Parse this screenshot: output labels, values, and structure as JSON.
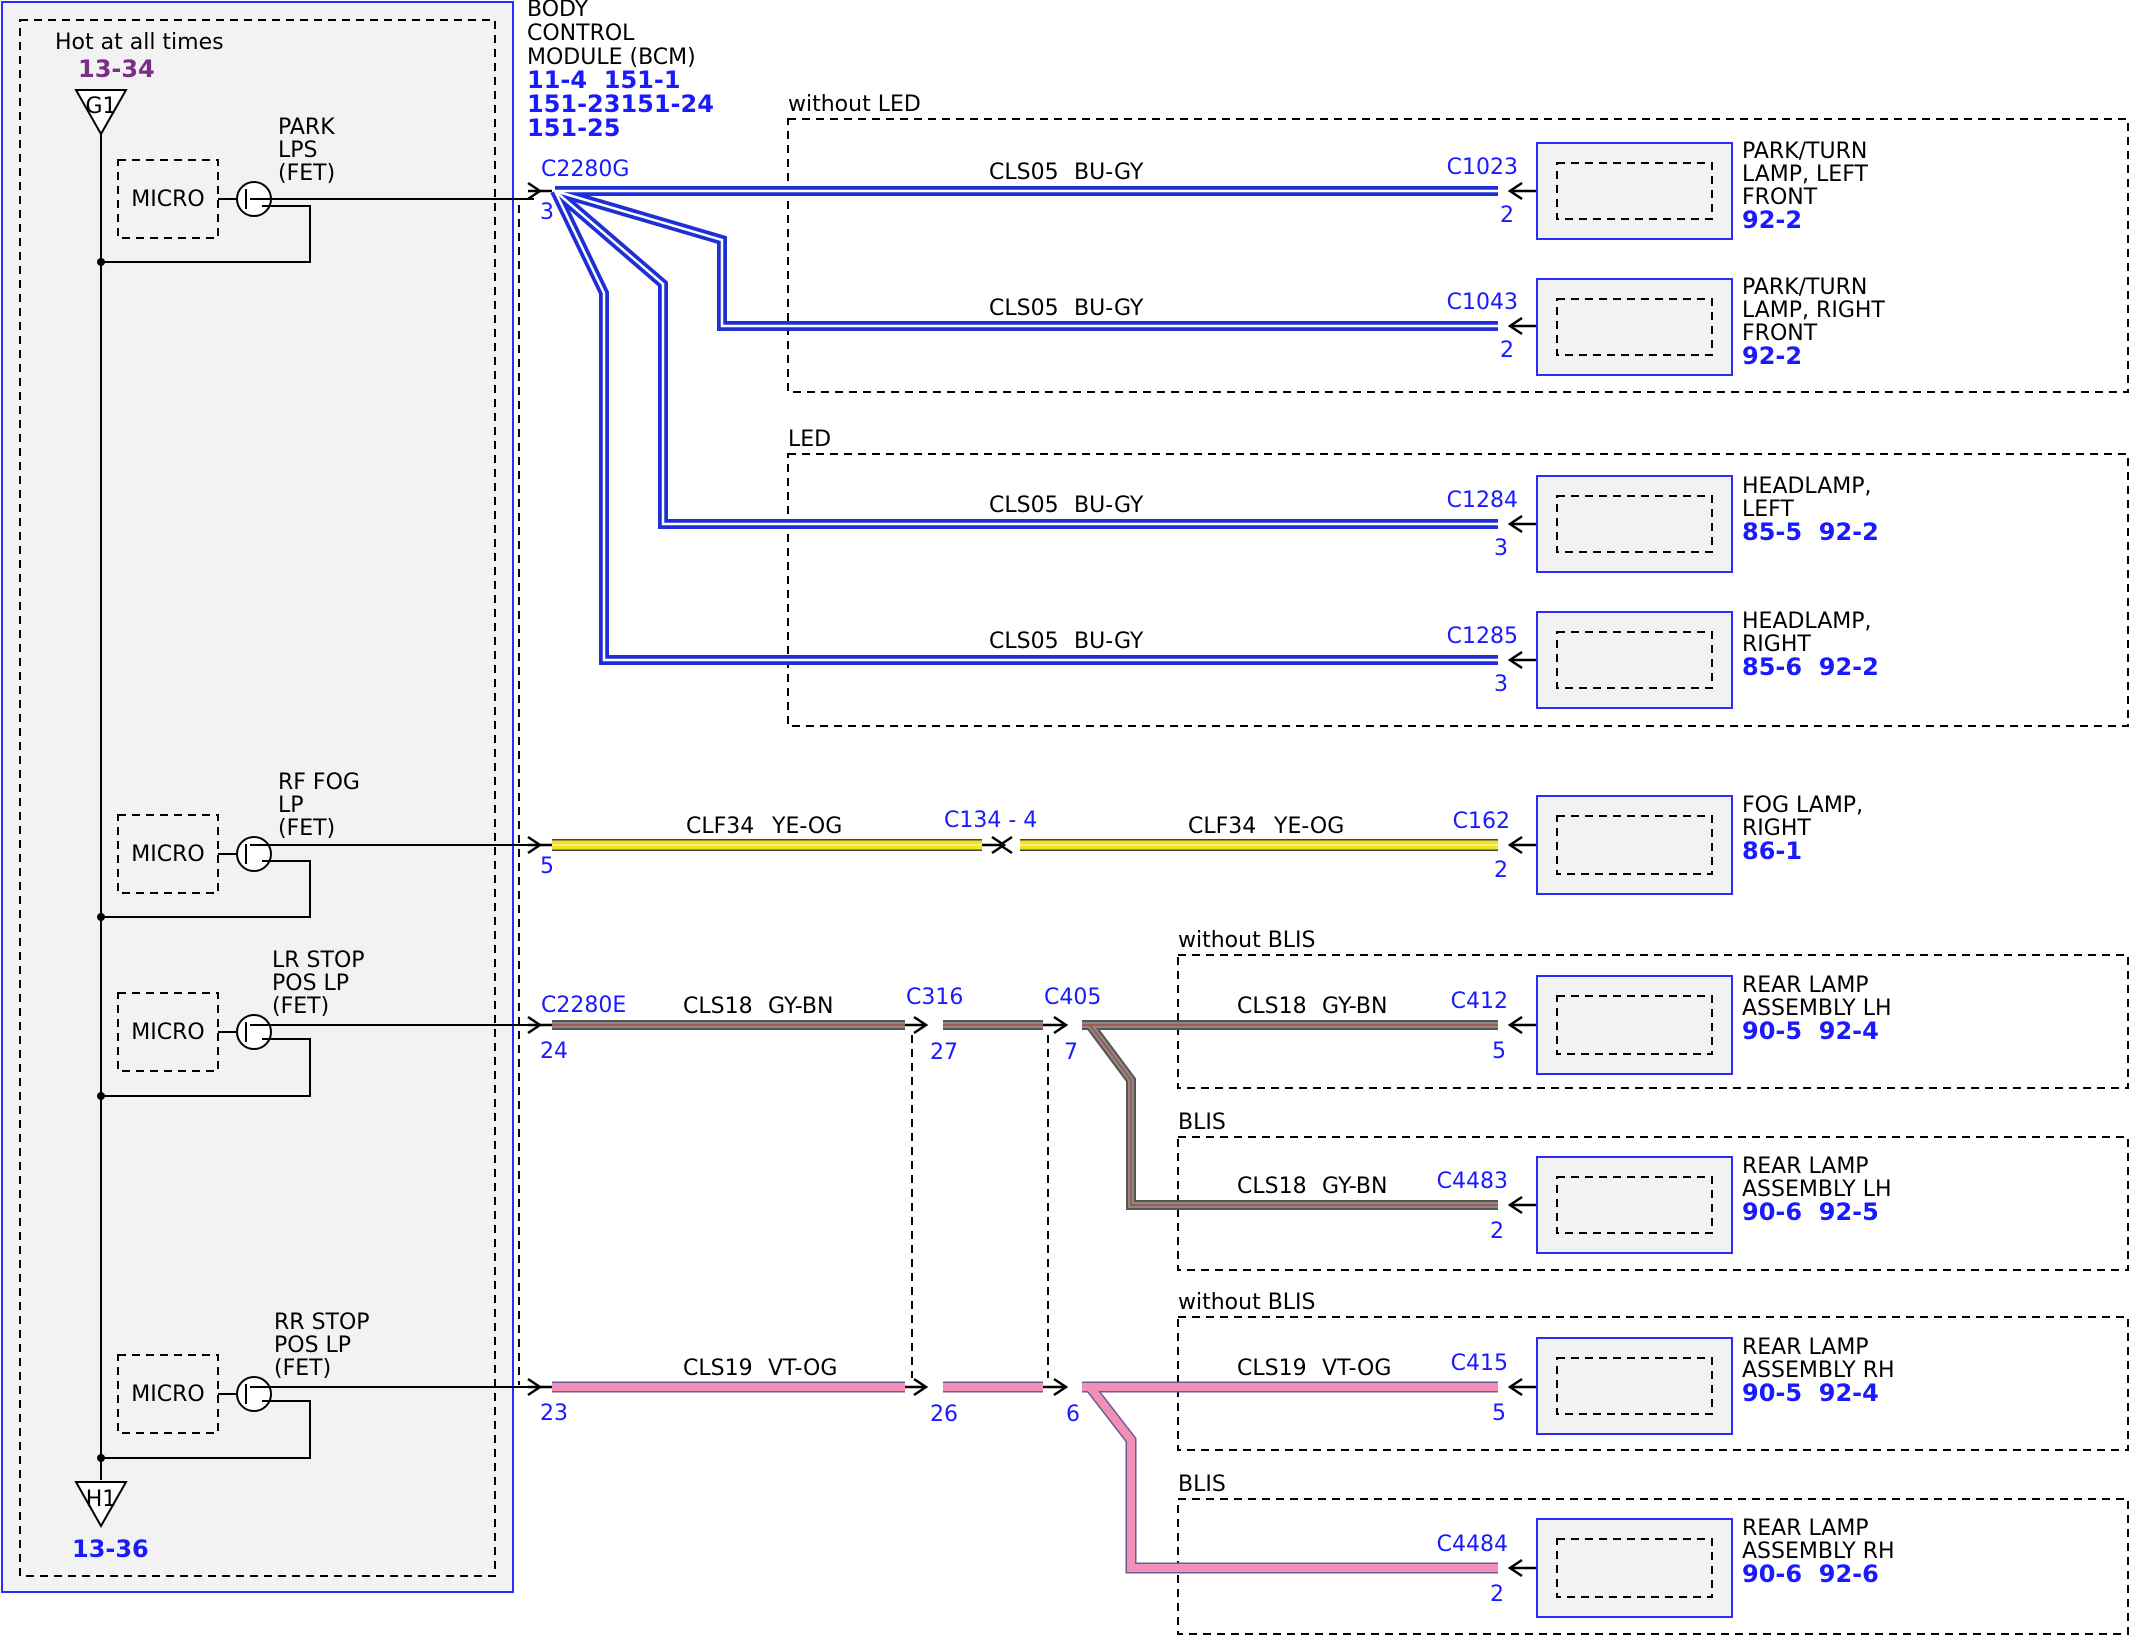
{
  "colors": {
    "connector_text": "#1a1aff",
    "ref_purple": "#7a2f86",
    "panel_bg": "#f2f2f2",
    "frame_blue": "#2b2bff",
    "wire_bu_gy": "#1f2fd6",
    "wire_ye_og": "#f2e21a",
    "wire_gy_bn": "#777777",
    "wire_vt_og": "#f28fb6"
  },
  "module": {
    "hot_label": "Hot at all times",
    "top_ref": "13-34",
    "top_ground": "G1",
    "bottom_ground": "H1",
    "bottom_ref": "13-36",
    "title_lines": [
      "BODY",
      "CONTROL",
      "MODULE (BCM)"
    ],
    "refs": [
      "11-4  151-1",
      "151-23151-24",
      "151-25"
    ],
    "micro_label": "MICRO",
    "outputs": [
      {
        "lines": [
          "PARK",
          "LPS",
          "(FET)"
        ]
      },
      {
        "lines": [
          "RF FOG",
          "LP",
          "(FET)"
        ]
      },
      {
        "lines": [
          "LR STOP",
          "POS LP",
          "(FET)"
        ]
      },
      {
        "lines": [
          "RR STOP",
          "POS LP",
          "(FET)"
        ]
      }
    ]
  },
  "sections": [
    {
      "label": "without LED"
    },
    {
      "label": "LED"
    },
    {
      "label": "without BLIS"
    },
    {
      "label": "BLIS"
    },
    {
      "label": "without BLIS"
    },
    {
      "label": "BLIS"
    }
  ],
  "connectors": {
    "c2280g": "C2280G",
    "c2280g_pin": "3",
    "fog_pin": "5",
    "c2280e": "C2280E",
    "c2280e_pin": "24",
    "rr_pin": "23",
    "c134": "C134 - 4",
    "c316": "C316",
    "c316_pin_lr": "27",
    "c316_pin_rr": "26",
    "c405": "C405",
    "c405_pin_lr": "7",
    "c405_pin_rr": "6"
  },
  "wires": [
    {
      "circuit": "CLS05",
      "color": "BU-GY"
    },
    {
      "circuit": "CLS05",
      "color": "BU-GY"
    },
    {
      "circuit": "CLS05",
      "color": "BU-GY"
    },
    {
      "circuit": "CLS05",
      "color": "BU-GY"
    },
    {
      "circuit": "CLF34",
      "color": "YE-OG"
    },
    {
      "circuit": "CLF34",
      "color": "YE-OG"
    },
    {
      "circuit": "CLS18",
      "color": "GY-BN"
    },
    {
      "circuit": "CLS18",
      "color": "GY-BN"
    },
    {
      "circuit": "CLS18",
      "color": "GY-BN"
    },
    {
      "circuit": "CLS19",
      "color": "VT-OG"
    },
    {
      "circuit": "CLS19",
      "color": "VT-OG"
    }
  ],
  "loads": [
    {
      "connector": "C1023",
      "pin": "2",
      "name_lines": [
        "PARK/TURN",
        "LAMP, LEFT",
        "FRONT"
      ],
      "refs": "92-2"
    },
    {
      "connector": "C1043",
      "pin": "2",
      "name_lines": [
        "PARK/TURN",
        "LAMP, RIGHT",
        "FRONT"
      ],
      "refs": "92-2"
    },
    {
      "connector": "C1284",
      "pin": "3",
      "name_lines": [
        "HEADLAMP,",
        "LEFT"
      ],
      "refs": "85-5  92-2"
    },
    {
      "connector": "C1285",
      "pin": "3",
      "name_lines": [
        "HEADLAMP,",
        "RIGHT"
      ],
      "refs": "85-6  92-2"
    },
    {
      "connector": "C162",
      "pin": "2",
      "name_lines": [
        "FOG LAMP,",
        "RIGHT"
      ],
      "refs": "86-1"
    },
    {
      "connector": "C412",
      "pin": "5",
      "name_lines": [
        "REAR LAMP",
        "ASSEMBLY LH"
      ],
      "refs": "90-5  92-4"
    },
    {
      "connector": "C4483",
      "pin": "2",
      "name_lines": [
        "REAR LAMP",
        "ASSEMBLY LH"
      ],
      "refs": "90-6  92-5"
    },
    {
      "connector": "C415",
      "pin": "5",
      "name_lines": [
        "REAR LAMP",
        "ASSEMBLY RH"
      ],
      "refs": "90-5  92-4"
    },
    {
      "connector": "C4484",
      "pin": "2",
      "name_lines": [
        "REAR LAMP",
        "ASSEMBLY RH"
      ],
      "refs": "90-6  92-6"
    }
  ]
}
